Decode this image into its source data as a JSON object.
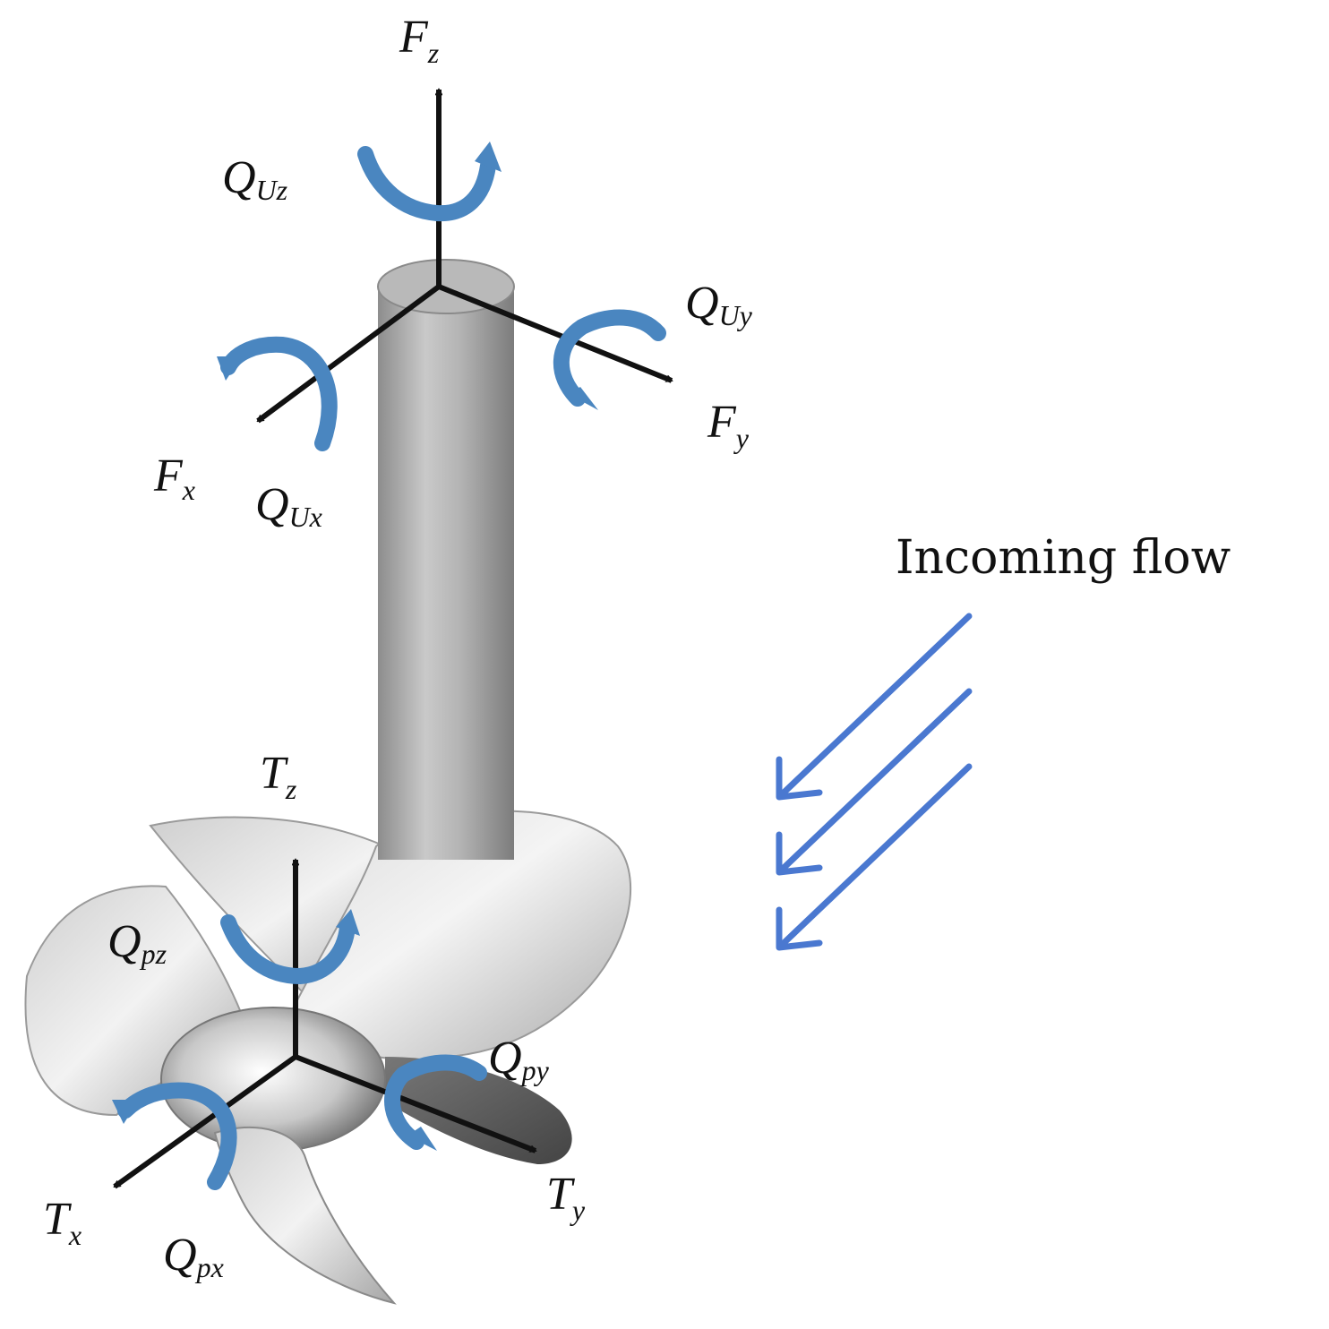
{
  "labels": {
    "Fz": {
      "main": "F",
      "sub": "z"
    },
    "Fx": {
      "main": "F",
      "sub": "x"
    },
    "Fy": {
      "main": "F",
      "sub": "y"
    },
    "QUz": {
      "main": "Q",
      "sub": "Uz"
    },
    "QUy": {
      "main": "Q",
      "sub": "Uy"
    },
    "QUx": {
      "main": "Q",
      "sub": "Ux"
    },
    "Tz": {
      "main": "T",
      "sub": "z"
    },
    "Tx": {
      "main": "T",
      "sub": "x"
    },
    "Ty": {
      "main": "T",
      "sub": "y"
    },
    "Qpz": {
      "main": "Q",
      "sub": "pz"
    },
    "Qpy": {
      "main": "Q",
      "sub": "py"
    },
    "Qpx": {
      "main": "Q",
      "sub": "px"
    }
  },
  "flow_label": "Incoming flow",
  "colors": {
    "moment_arrow": "#4a86c0",
    "flow_arrow": "#4a78d0",
    "axis": "#111111",
    "body_light": "#e6e6e6",
    "body_dark": "#8e8e8e"
  },
  "icons": {
    "moment": "curved-rotation-arrow-icon",
    "force": "straight-axis-arrow-icon",
    "flow": "flow-arrow-icon"
  }
}
